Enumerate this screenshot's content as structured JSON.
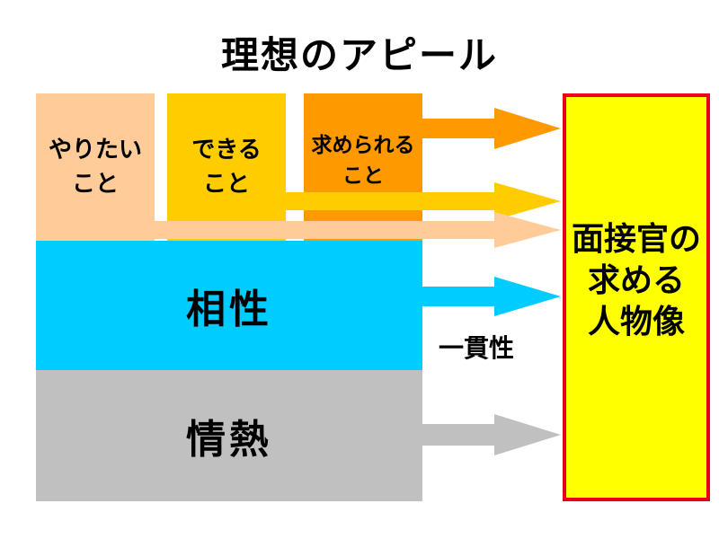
{
  "title": "理想のアピール",
  "boxes": {
    "yaritai": {
      "line1": "やりたい",
      "line2": "こと",
      "color": "#FFCC99"
    },
    "dekiru": {
      "line1": "できる",
      "line2": "こと",
      "color": "#FFCC00"
    },
    "motomerareru": {
      "line1": "求められる",
      "line2": "こと",
      "color": "#FF9900"
    },
    "aisho": {
      "label": "相性",
      "color": "#00CCFF"
    },
    "jonetsu": {
      "label": "情熱",
      "color": "#C0C0C0"
    }
  },
  "consistency_label": "一貫性",
  "target": {
    "line1": "面接官の",
    "line2": "求める",
    "line3": "人物像",
    "fill": "#FFFF00",
    "border": "#E8001C"
  }
}
